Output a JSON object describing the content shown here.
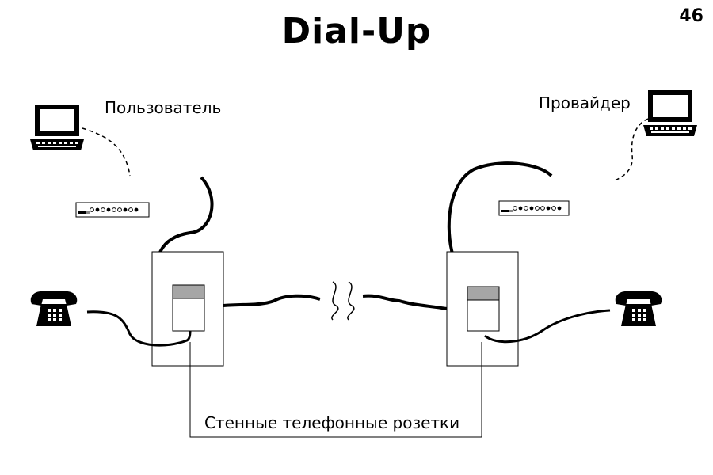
{
  "slide": {
    "title": "Dial-Up",
    "page_number": "46"
  },
  "labels": {
    "user": "Пользователь",
    "provider": "Провайдер",
    "wall_sockets": "Стенные телефонные розетки"
  },
  "icons": {
    "user_computer": "laptop-icon",
    "provider_computer": "laptop-icon",
    "user_modem": "modem-icon",
    "provider_modem": "modem-icon",
    "user_phone": "telephone-icon",
    "provider_phone": "telephone-icon"
  },
  "colors": {
    "line": "#000000",
    "socket_top": "#a6a6a6",
    "background": "#ffffff"
  }
}
